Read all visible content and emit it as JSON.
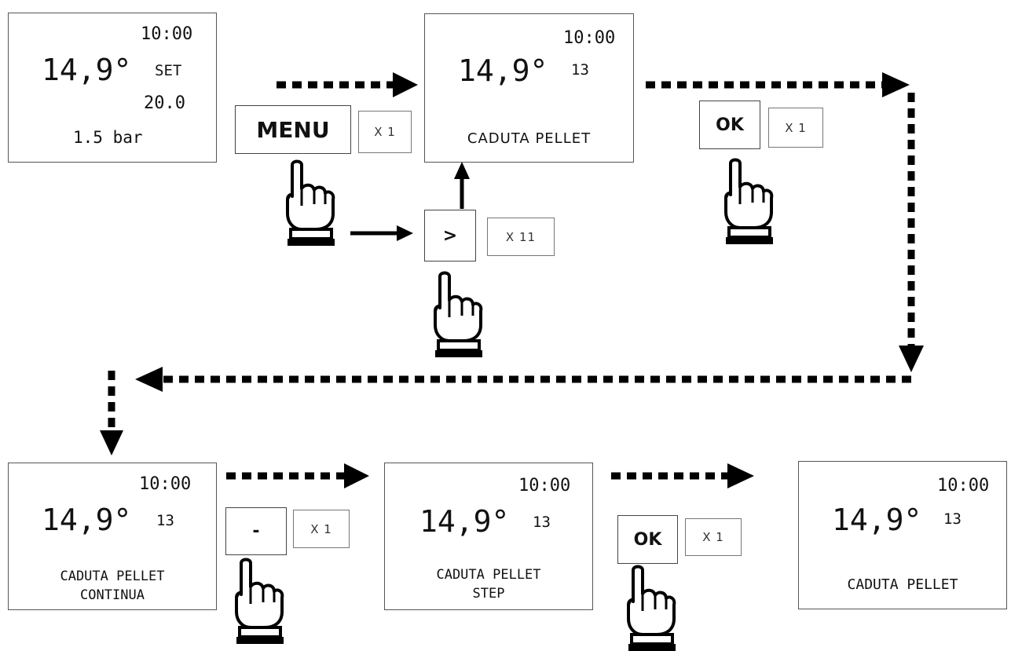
{
  "panels": {
    "p1": {
      "time": "10:00",
      "temp": "14,9°",
      "set_label": "SET",
      "set_value": "20.0",
      "pressure": "1.5 bar"
    },
    "p2": {
      "time": "10:00",
      "temp": "14,9°",
      "code": "13",
      "line1": "CADUTA PELLET"
    },
    "p3": {
      "time": "10:00",
      "temp": "14,9°",
      "code": "13",
      "line1": "CADUTA PELLET",
      "line2": "CONTINUA"
    },
    "p4": {
      "time": "10:00",
      "temp": "14,9°",
      "code": "13",
      "line1": "CADUTA PELLET",
      "line2": "STEP"
    },
    "p5": {
      "time": "10:00",
      "temp": "14,9°",
      "code": "13",
      "line1": "CADUTA PELLET"
    }
  },
  "buttons": {
    "menu": {
      "label": "MENU",
      "count": "X 1"
    },
    "next": {
      "label": ">",
      "count": "X 11"
    },
    "ok1": {
      "label": "OK",
      "count": "X 1"
    },
    "minus": {
      "label": "-",
      "count": "X 1"
    },
    "ok2": {
      "label": "OK",
      "count": "X 1"
    }
  },
  "icons": [
    "hand-pointer-icon",
    "dotted-arrow-right-icon",
    "dotted-arrow-down-icon",
    "dotted-arrow-left-icon",
    "solid-arrow-icon"
  ],
  "colors": {
    "ink": "#111111",
    "border": "#555555"
  }
}
